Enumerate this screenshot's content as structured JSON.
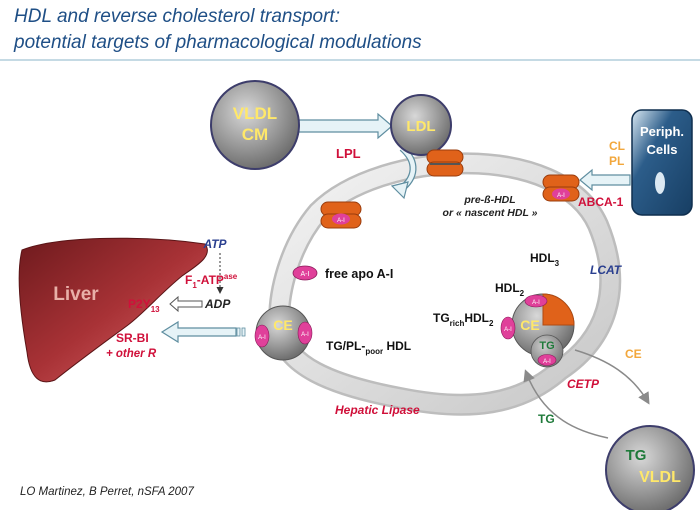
{
  "header": {
    "title_line1": "HDL and reverse cholesterol transport:",
    "title_line2": "potential targets of pharmacological modulations"
  },
  "credit": "LO Martinez, B Perret, nSFA 2007",
  "nodes": {
    "vldl_cm": {
      "line1": "VLDL",
      "line2": "CM"
    },
    "ldl": "LDL",
    "periph_cells": {
      "line1": "Periph.",
      "line2": "Cells"
    },
    "liver": "Liver",
    "vldl_bottom": {
      "tg": "TG",
      "vldl": "VLDL"
    }
  },
  "labels": {
    "lpl": "LPL",
    "cl": "CL",
    "pl": "PL",
    "abca1": "ABCA-1",
    "pre_beta_hdl": "pre-ß-HDL",
    "nascent_hdl": "or « nascent HDL »",
    "free_apo": "free apo A-I",
    "hdl3_base": "HDL",
    "hdl3_sub": "3",
    "lcat": "LCAT",
    "hdl2_base": "HDL",
    "hdl2_sub": "2",
    "tgrich_tg": "TG",
    "tgrich_sub": "rich",
    "tgrich_hdl": "HDL",
    "tgrich_hdl_sub": "2",
    "tgpl_text": "TG/PL-",
    "tgpl_sub": "poor",
    "tgpl_hdl": " HDL",
    "hepatic_lipase": "Hepatic Lipase",
    "ce_right": "CE",
    "cetp": "CETP",
    "tg_bottom": "TG",
    "atp": "ATP",
    "f1_base": "F",
    "f1_sub": "1",
    "f1_atp": "-ATP",
    "f1_sup": "ase",
    "p2y_base": "P2Y",
    "p2y_sub": "13",
    "adp": "ADP",
    "srbi": "SR-BI",
    "other_r": "+ other R",
    "ce_left": "CE",
    "ce_mature": "CE",
    "tg_mature": "TG",
    "apo_tag": "A-I"
  },
  "colors": {
    "title": "#1f4f86",
    "red_label": "#d0103a",
    "blue_label": "#2a3f8f",
    "green_label": "#1f7a3a",
    "orange_label": "#f2a73c",
    "apo_pink": "#e0409a",
    "apo_orange": "#e0621a",
    "liver": "#9e2a2e",
    "cell_blue": "#1c4f7a"
  }
}
